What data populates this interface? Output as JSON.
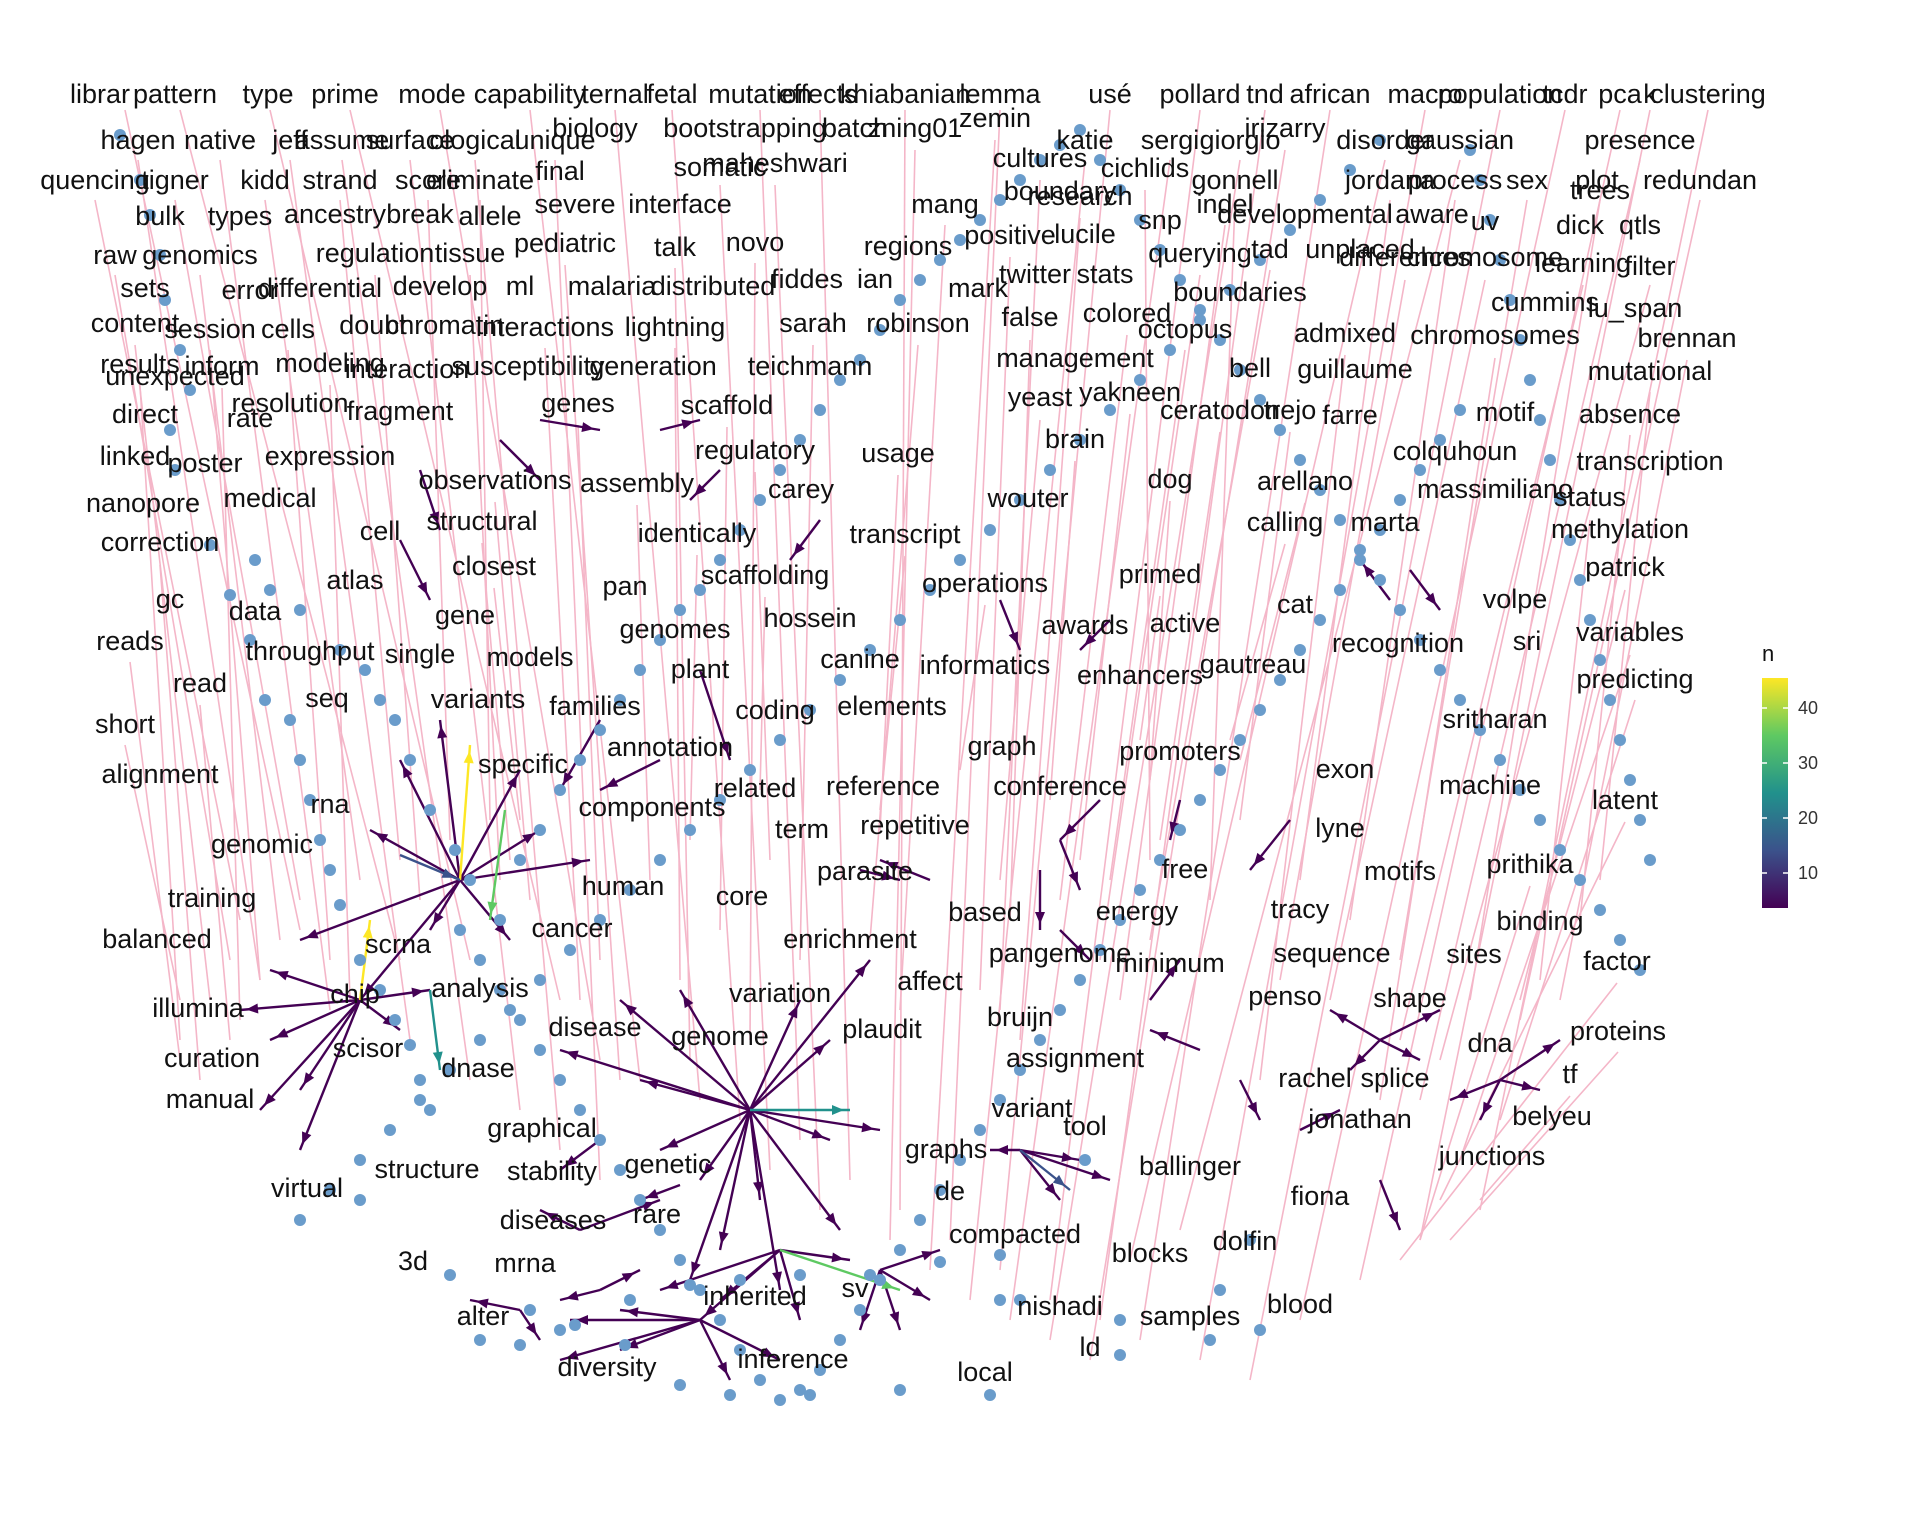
{
  "legend": {
    "title": "n",
    "ticks": [
      "40",
      "30",
      "20",
      "10"
    ],
    "colors": [
      "#fde725",
      "#5ec962",
      "#21918c",
      "#3b528b",
      "#440154"
    ]
  },
  "colors": {
    "node": "#6a9ccb",
    "edge_long": "#f4b6c8",
    "edge_low": "#440154",
    "edge_mid": "#21918c",
    "edge_high": "#fde725"
  },
  "labels": [
    "librar",
    "pattern",
    "type",
    "prime",
    "mode",
    "capability",
    "ternal",
    "fetal",
    "mutation",
    "effects",
    "khiabanian",
    "lemma",
    "usé",
    "pollard",
    "tnd",
    "african",
    "macro",
    "population",
    "tcdr",
    "pca",
    "k",
    "clustering",
    "hagen",
    "native",
    "jeff",
    "assume",
    "surface",
    "ological",
    "unique",
    "biology",
    "bootstrapping",
    "batch",
    "zning01",
    "zemin",
    "katie",
    "sergi",
    "giorgio",
    "irizarry",
    "disorder",
    "gaussian",
    "presence",
    "quencing",
    "tigner",
    "kidd",
    "strand",
    "score",
    "eliminate",
    "final",
    "severe",
    "interface",
    "somatic",
    "maheshwari",
    "cultures",
    "cichlids",
    "gonnell",
    "jordana",
    "process",
    "sex",
    "plot",
    "trees",
    "redundan",
    "bulk",
    "types",
    "ancestry",
    "break",
    "allele",
    "pediatric",
    "talk",
    "novo",
    "mang",
    "research",
    "snp",
    "indel",
    "developmental",
    "aware",
    "uv",
    "dick",
    "qtls",
    "raw",
    "genomics",
    "regulation",
    "tissue",
    "develop",
    "ml",
    "malaria",
    "distributed",
    "fiddes",
    "ian",
    "regions",
    "positive",
    "lucile",
    "twitter",
    "stats",
    "querying",
    "tad",
    "unplaced",
    "differences",
    "chromosome",
    "learning",
    "filter",
    "sets",
    "error",
    "differential",
    "mark",
    "boundary",
    "boundaries",
    "cummins",
    "lu_span",
    "content",
    "session",
    "cells",
    "doubt",
    "chromatin",
    "interactions",
    "lightning",
    "sarah",
    "robinson",
    "false",
    "colored",
    "octopus",
    "admixed",
    "chromosomes",
    "brennan",
    "results",
    "inform",
    "modeling",
    "interaction",
    "susceptibility",
    "generation",
    "teichmann",
    "management",
    "bell",
    "guillaume",
    "mutational",
    "unexpected",
    "resolution",
    "fragment",
    "genes",
    "scaffold",
    "yeast",
    "yakneen",
    "ceratodon",
    "trejo",
    "farre",
    "motif",
    "absence",
    "direct",
    "rate",
    "poster",
    "expression",
    "observations",
    "regulatory",
    "usage",
    "brain",
    "colquhoun",
    "transcription",
    "linked",
    "nanopore",
    "medical",
    "cell",
    "structural",
    "assembly",
    "identically",
    "carey",
    "wouter",
    "dog",
    "arellano",
    "massimiliano",
    "status",
    "correction",
    "closest",
    "transcript",
    "calling",
    "marta",
    "methylation",
    "atlas",
    "pan",
    "scaffolding",
    "operations",
    "primed",
    "cat",
    "patrick",
    "gc",
    "data",
    "gene",
    "genomes",
    "hossein",
    "awards",
    "active",
    "volpe",
    "reads",
    "throughput",
    "single",
    "models",
    "canine",
    "informatics",
    "enhancers",
    "gautreau",
    "recognition",
    "sri",
    "variables",
    "read",
    "seq",
    "variants",
    "families",
    "plant",
    "coding",
    "elements",
    "predicting",
    "short",
    "annotation",
    "graph",
    "sritharan",
    "alignment",
    "specific",
    "related",
    "reference",
    "conference",
    "promoters",
    "exon",
    "machine",
    "latent",
    "rna",
    "components",
    "term",
    "genomic",
    "repetitive",
    "lyne",
    "prithika",
    "training",
    "human",
    "core",
    "parasite",
    "free",
    "energy",
    "motifs",
    "binding",
    "balanced",
    "scrna",
    "cancer",
    "enrichment",
    "based",
    "tracy",
    "pangenome",
    "sequence",
    "sites",
    "factor",
    "minimum",
    "illumina",
    "analysis",
    "affect",
    "penso",
    "shape",
    "chip",
    "variation",
    "bruijn",
    "proteins",
    "disease",
    "genome",
    "plaudit",
    "dna",
    "curation",
    "scisor",
    "dnase",
    "assignment",
    "rachel",
    "splice",
    "tf",
    "manual",
    "belyeu",
    "variant",
    "tool",
    "graphical",
    "jonathan",
    "graphs",
    "junctions",
    "stability",
    "genetic",
    "ballinger",
    "virtual",
    "structure",
    "de",
    "fiona",
    "diseases",
    "rare",
    "compacted",
    "blocks",
    "dolfin",
    "3d",
    "mrna",
    "nishadi",
    "alter",
    "inherited",
    "sv",
    "samples",
    "blood",
    "ld",
    "diversity",
    "inference",
    "local"
  ]
}
